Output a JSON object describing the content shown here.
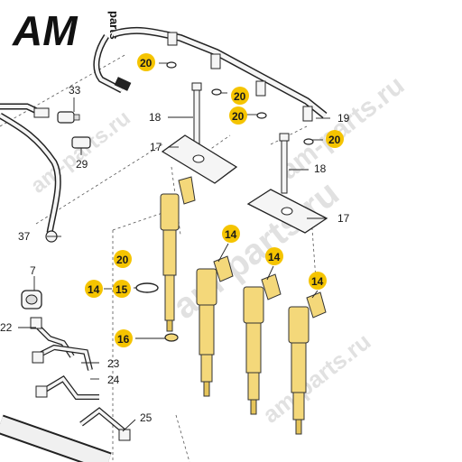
{
  "logo": {
    "main": "AM",
    "side": "parts"
  },
  "watermarks": [
    "am-parts.ru",
    "am-parts.ru",
    "am-parts.ru",
    "am-parts.ru"
  ],
  "colors": {
    "highlight": "#f5c400",
    "line": "#222222",
    "body": "#f5f5f5",
    "injector": "#f4d87a",
    "injectorDark": "#c9a43a",
    "watermark": "#c9c9c9"
  },
  "callouts": {
    "c33": "33",
    "c29": "29",
    "c37": "37",
    "c7": "7",
    "c22": "22",
    "c23": "23",
    "c24": "24",
    "c25": "25",
    "c18a": "18",
    "c18b": "18",
    "c17a": "17",
    "c17b": "17",
    "c19": "19",
    "c20a": "20",
    "c20b": "20",
    "c20c": "20",
    "c20d": "20",
    "c20e": "20",
    "c14a": "14",
    "c14b": "14",
    "c14c": "14",
    "c14d": "14",
    "c15": "15",
    "c16": "16"
  }
}
